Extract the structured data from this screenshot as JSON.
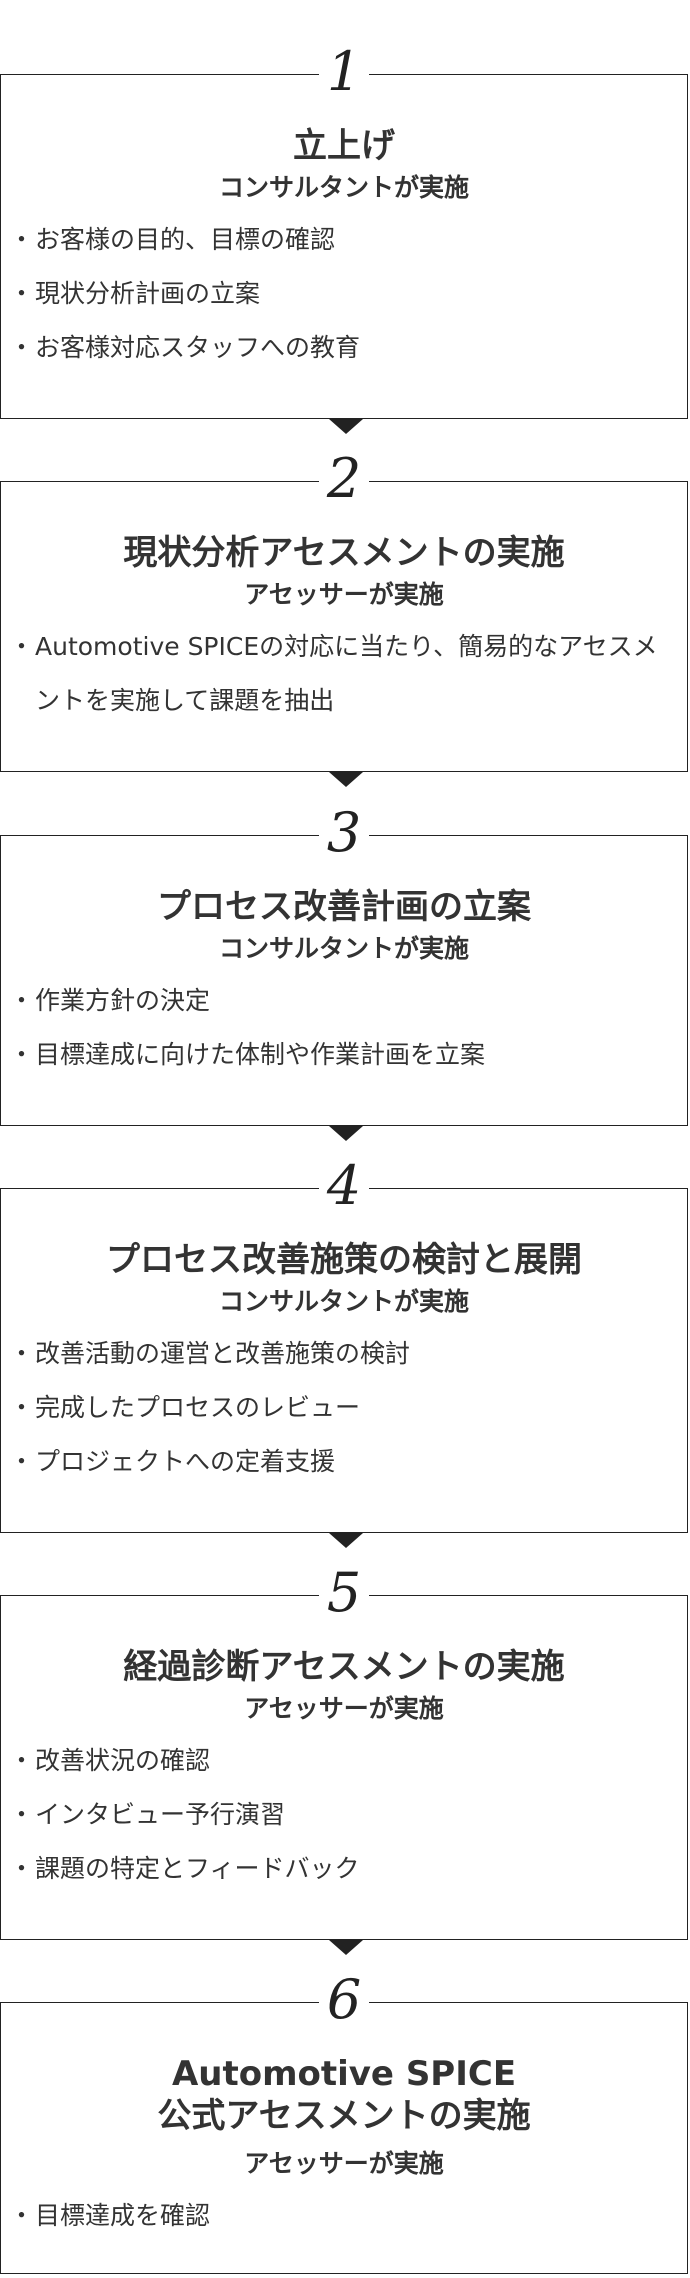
{
  "steps": [
    {
      "number": "1",
      "title": "立上げ",
      "performer": "コンサルタントが実施",
      "items": [
        "お客様の目的、目標の確認",
        "現状分析計画の立案",
        "お客様対応スタッフへの教育"
      ]
    },
    {
      "number": "2",
      "title": "現状分析アセスメントの実施",
      "performer": "アセッサーが実施",
      "items": [
        "Automotive SPICEの対応に当たり、簡易的なアセスメントを実施して課題を抽出"
      ]
    },
    {
      "number": "3",
      "title": "プロセス改善計画の立案",
      "performer": "コンサルタントが実施",
      "items": [
        "作業方針の決定",
        "目標達成に向けた体制や作業計画を立案"
      ]
    },
    {
      "number": "4",
      "title": "プロセス改善施策の検討と展開",
      "performer": "コンサルタントが実施",
      "items": [
        "改善活動の運営と改善施策の検討",
        "完成したプロセスのレビュー",
        "プロジェクトへの定着支援"
      ]
    },
    {
      "number": "5",
      "title": "経過診断アセスメントの実施",
      "performer": "アセッサーが実施",
      "items": [
        "改善状況の確認",
        "インタビュー予行演習",
        "課題の特定とフィードバック"
      ]
    },
    {
      "number": "6",
      "title": "Automotive SPICE\n公式アセスメントの実施",
      "performer": "アセッサーが実施",
      "items": [
        "目標達成を確認"
      ]
    }
  ]
}
